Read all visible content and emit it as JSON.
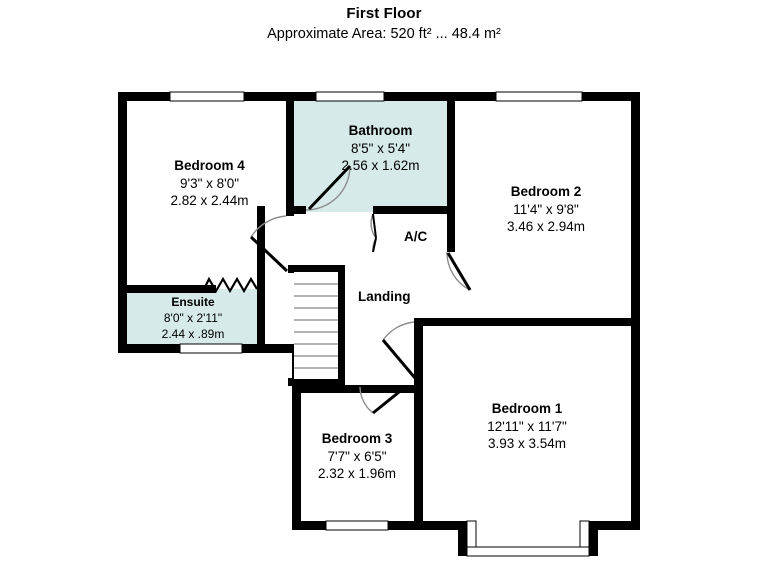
{
  "header": {
    "title": "First Floor",
    "subtitle": "Approximate Area: 520 ft² ... 48.4 m²"
  },
  "colors": {
    "wall": "#000000",
    "wet_room_fill": "#d7eaea",
    "room_fill": "#ffffff",
    "background": "#ffffff",
    "stair_line": "#9a9a9a",
    "door_arc": "#8c8c8c"
  },
  "rooms": [
    {
      "key": "bedroom4",
      "name": "Bedroom 4",
      "imperial": "9'3\" x 8'0\"",
      "metric": "2.82 x 2.44m",
      "fill": "room"
    },
    {
      "key": "bathroom",
      "name": "Bathroom",
      "imperial": "8'5\" x 5'4\"",
      "metric": "2.56 x 1.62m",
      "fill": "wet"
    },
    {
      "key": "bedroom2",
      "name": "Bedroom 2",
      "imperial": "11'4\" x 9'8\"",
      "metric": "3.46 x 2.94m",
      "fill": "room"
    },
    {
      "key": "ensuite",
      "name": "Ensuite",
      "imperial": "8'0\" x 2'11\"",
      "metric": "2.44 x .89m",
      "fill": "wet"
    },
    {
      "key": "bedroom3",
      "name": "Bedroom 3",
      "imperial": "7'7\" x 6'5\"",
      "metric": "2.32 x 1.96m",
      "fill": "room"
    },
    {
      "key": "bedroom1",
      "name": "Bedroom 1",
      "imperial": "12'11\" x 11'7\"",
      "metric": "3.93 x 3.54m",
      "fill": "room"
    }
  ],
  "tags": [
    {
      "key": "ac",
      "label": "A/C"
    },
    {
      "key": "landing",
      "label": "Landing"
    }
  ],
  "features": {
    "staircase": {
      "name": "staircase",
      "steps": 9
    },
    "windows": 7,
    "doors": 6,
    "folding_door": {
      "name": "ensuite-folding-door"
    },
    "bay": {
      "name": "bedroom1-bay-window"
    }
  }
}
